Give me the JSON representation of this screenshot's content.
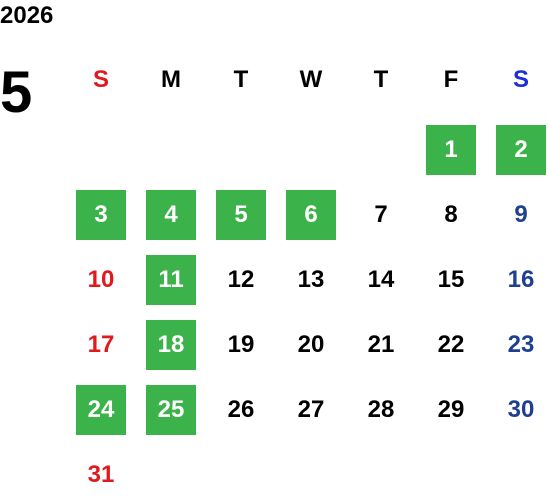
{
  "calendar": {
    "year": "2026",
    "month": "5",
    "weekdays": [
      {
        "label": "S",
        "color": "#e0191e"
      },
      {
        "label": "M",
        "color": "#000000"
      },
      {
        "label": "T",
        "color": "#000000"
      },
      {
        "label": "W",
        "color": "#000000"
      },
      {
        "label": "T",
        "color": "#000000"
      },
      {
        "label": "F",
        "color": "#000000"
      },
      {
        "label": "S",
        "color": "#1a2fd8"
      }
    ],
    "colors": {
      "highlight": "#3cb34a",
      "sunday": "#e0191e",
      "saturday": "#1f3f91",
      "weekday": "#000000"
    },
    "highlighted_days": [
      "1",
      "2",
      "3",
      "4",
      "5",
      "6",
      "11",
      "18",
      "24",
      "25"
    ],
    "weeks": [
      [
        "",
        "",
        "",
        "",
        "",
        "1",
        "2"
      ],
      [
        "3",
        "4",
        "5",
        "6",
        "7",
        "8",
        "9"
      ],
      [
        "10",
        "11",
        "12",
        "13",
        "14",
        "15",
        "16"
      ],
      [
        "17",
        "18",
        "19",
        "20",
        "21",
        "22",
        "23"
      ],
      [
        "24",
        "25",
        "26",
        "27",
        "28",
        "29",
        "30"
      ],
      [
        "31",
        "",
        "",
        "",
        "",
        "",
        ""
      ]
    ]
  }
}
